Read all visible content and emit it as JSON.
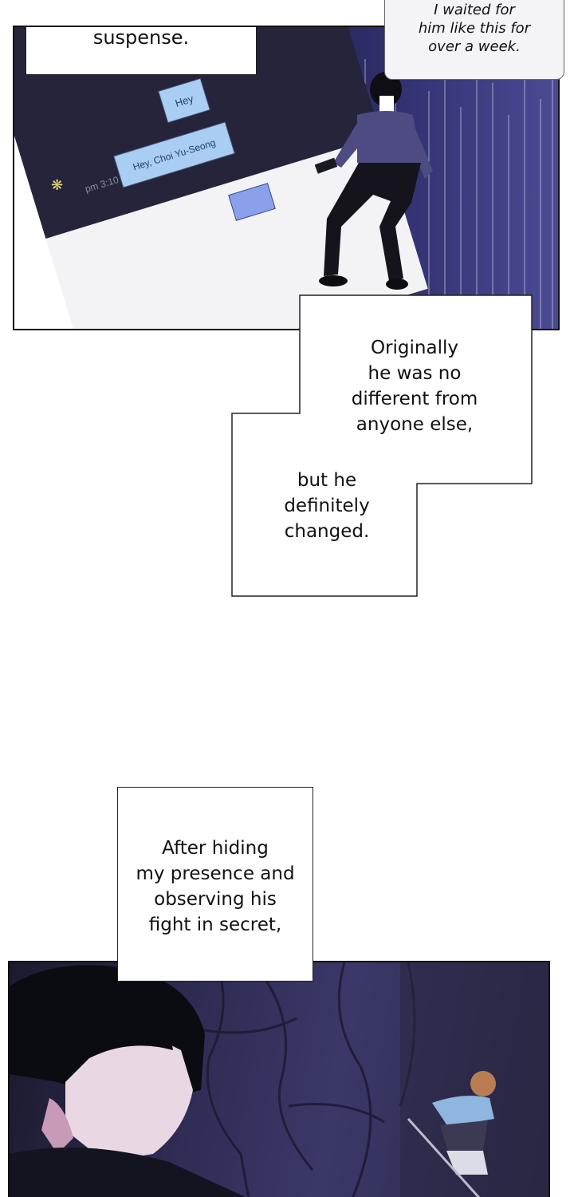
{
  "top_panel": {
    "caption_left": [
      "suspense."
    ],
    "caption_right": [
      "I waited for",
      "him like this for",
      "over a week."
    ],
    "chat": {
      "bubble_1": "Hey",
      "bubble_2": "Hey, Choi Yu-Seong",
      "timestamp": "pm 3:10"
    }
  },
  "caption_middle": {
    "upper": [
      "Originally",
      "he was no",
      "different from",
      "anyone else,"
    ],
    "lower": [
      "but he",
      "definitely",
      "changed."
    ]
  },
  "caption_lower": [
    "After hiding",
    "my presence and",
    "observing his",
    "fight in secret,"
  ],
  "colors": {
    "panel_dark": "#1e1c3a",
    "panel_purple": "#3b3a78",
    "bubble_blue": "#a9cdf3",
    "send_button": "#8aa0ea"
  }
}
